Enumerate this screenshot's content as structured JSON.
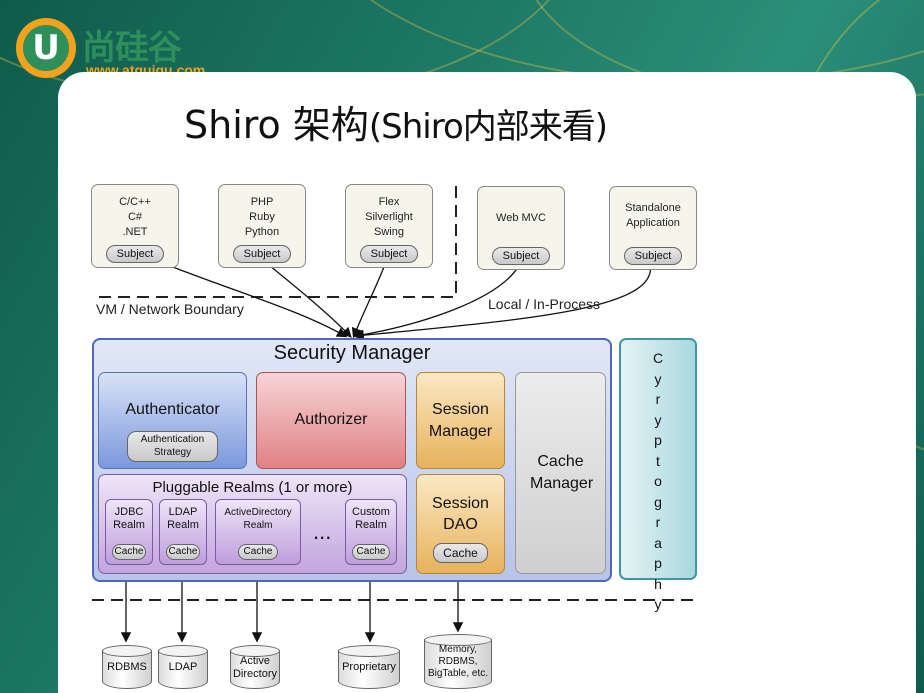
{
  "logo": {
    "cn": "尚硅谷",
    "letter": "U",
    "url": "www.atguigu.com"
  },
  "title": {
    "main": "Shiro 架构",
    "sub": "(Shiro内部来看)"
  },
  "clients": [
    {
      "lines": "C/C++\nC#\n.NET",
      "subject": "Subject"
    },
    {
      "lines": "PHP\nRuby\nPython",
      "subject": "Subject"
    },
    {
      "lines": "Flex\nSilverlight\nSwing",
      "subject": "Subject"
    },
    {
      "lines": "Web MVC",
      "subject": "Subject"
    },
    {
      "lines": "Standalone\nApplication",
      "subject": "Subject"
    }
  ],
  "boundaries": {
    "vm": "VM / Network Boundary",
    "local": "Local / In-Process"
  },
  "security_manager": {
    "title": "Security Manager",
    "authenticator": "Authenticator",
    "auth_strategy": "Authentication Strategy",
    "authorizer": "Authorizer",
    "session_manager": "Session Manager",
    "cache_manager": "Cache Manager",
    "session_dao": "Session DAO",
    "session_dao_cache": "Cache",
    "realms_title": "Pluggable Realms (1 or more)",
    "realms": [
      {
        "label": "JDBC Realm",
        "cache": "Cache"
      },
      {
        "label": "LDAP Realm",
        "cache": "Cache"
      },
      {
        "label": "ActiveDirectory Realm",
        "cache": "Cache"
      },
      {
        "label": "Custom Realm",
        "cache": "Cache"
      }
    ],
    "ellipsis": "..."
  },
  "cryptography": "C\ny\nr\ny\np\nt\no\ng\nr\na\np\nh\ny",
  "datastores": [
    "RDBMS",
    "LDAP",
    "Active\nDirectory",
    "Proprietary",
    "Memory,\nRDBMS,\nBigTable, etc."
  ]
}
